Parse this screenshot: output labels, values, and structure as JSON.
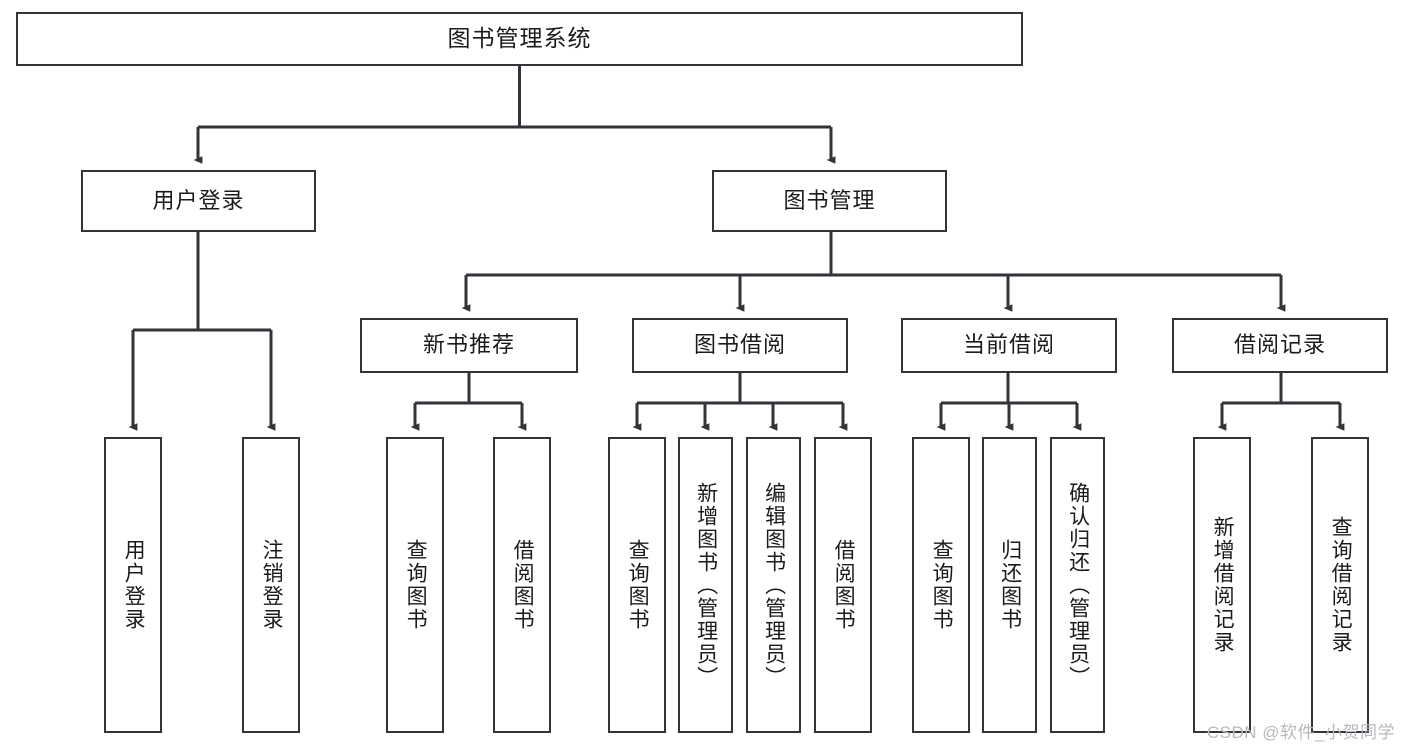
{
  "diagram": {
    "type": "hierarchy-tree",
    "title": "图书管理系统",
    "colors": {
      "background": "#ffffff",
      "border": "#33333a",
      "text": "#1b1b1f",
      "edge": "#33333a",
      "watermark": "#b9b9bd"
    },
    "root": {
      "label": "图书管理系统"
    },
    "level2": [
      {
        "label": "用户登录"
      },
      {
        "label": "图书管理"
      }
    ],
    "level3": [
      {
        "label": "新书推荐"
      },
      {
        "label": "图书借阅"
      },
      {
        "label": "当前借阅"
      },
      {
        "label": "借阅记录"
      }
    ],
    "leaves": {
      "user_login": [
        {
          "label": "用户登录"
        },
        {
          "label": "注销登录"
        }
      ],
      "new_book_recommend": [
        {
          "label": "查询图书"
        },
        {
          "label": "借阅图书"
        }
      ],
      "book_borrow": [
        {
          "label": "查询图书"
        },
        {
          "label": "新增图书（管理员）"
        },
        {
          "label": "编辑图书（管理员）"
        },
        {
          "label": "借阅图书"
        }
      ],
      "current_borrow": [
        {
          "label": "查询图书"
        },
        {
          "label": "归还图书"
        },
        {
          "label": "确认归还（管理员）"
        }
      ],
      "borrow_record": [
        {
          "label": "新增借阅记录"
        },
        {
          "label": "查询借阅记录"
        }
      ]
    },
    "watermark": "CSDN @软件_小贺同学"
  }
}
